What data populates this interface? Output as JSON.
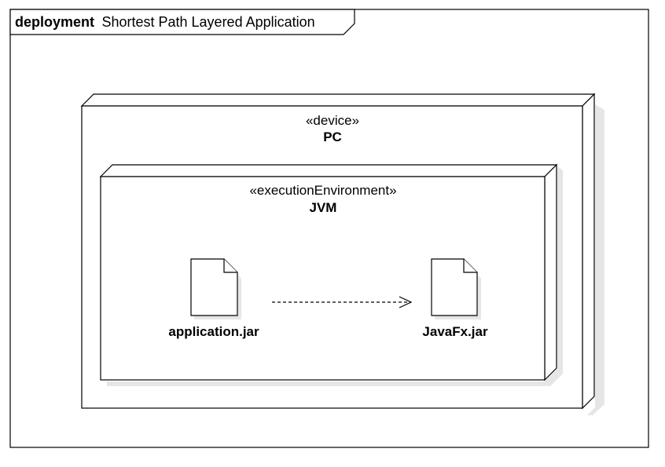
{
  "frame": {
    "kind": "deployment",
    "title": "Shortest Path Layered Application"
  },
  "device": {
    "stereotype": "«device»",
    "name": "PC"
  },
  "environment": {
    "stereotype": "«executionEnvironment»",
    "name": "JVM"
  },
  "artifacts": [
    {
      "name": "application.jar"
    },
    {
      "name": "JavaFx.jar"
    }
  ],
  "dependency": {
    "from": "application.jar",
    "to": "JavaFx.jar",
    "style": "dashed-open-arrow"
  }
}
